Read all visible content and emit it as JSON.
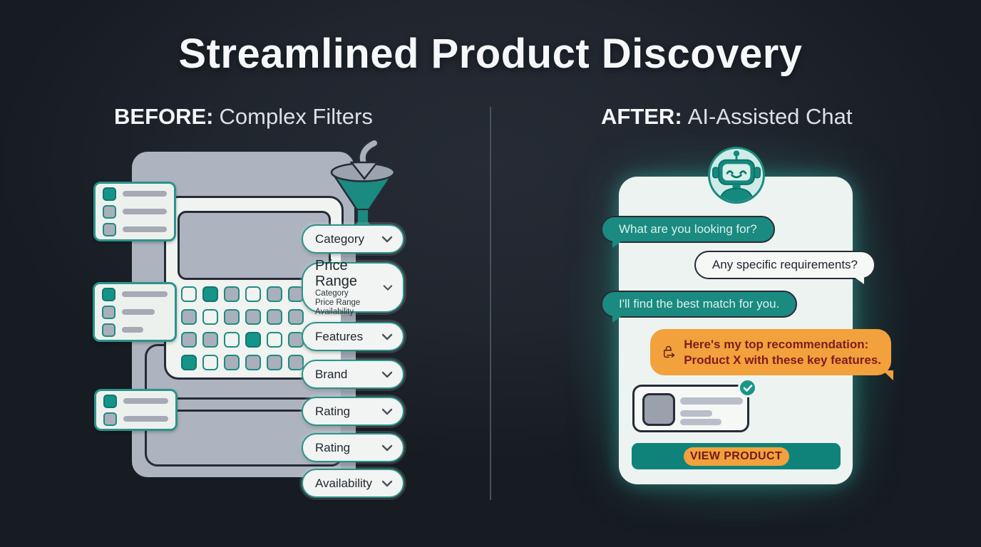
{
  "title": "Streamlined Product Discovery",
  "before": {
    "heading_bold": "BEFORE:",
    "heading_rest": "Complex Filters",
    "filters": [
      {
        "label": "Category"
      },
      {
        "label": "Price Range",
        "options": [
          "Category",
          "Price Range",
          "Availability"
        ]
      },
      {
        "label": "Features"
      },
      {
        "label": "Brand"
      },
      {
        "label": "Rating"
      },
      {
        "label": "Rating"
      },
      {
        "label": "Availability"
      }
    ],
    "checkbox_grid_rows": [
      "wtgwgg",
      "gwgggg",
      "ggwtwg",
      "twgggg"
    ],
    "side_cards": [
      {
        "rows": [
          {
            "checked": true,
            "line": "long"
          },
          {
            "checked": false,
            "line": "long"
          },
          {
            "checked": false,
            "line": "long"
          }
        ]
      },
      {
        "rows": [
          {
            "checked": true,
            "line": "long"
          },
          {
            "checked": false,
            "line": "medium"
          },
          {
            "checked": false,
            "line": "short"
          }
        ]
      },
      {
        "rows": [
          {
            "checked": true,
            "line": "long"
          },
          {
            "checked": false,
            "line": "long"
          }
        ]
      }
    ]
  },
  "after": {
    "heading_bold": "AFTER:",
    "heading_rest": "AI-Assisted Chat",
    "chat": {
      "messages": [
        {
          "from": "bot",
          "text": "What are you looking for?"
        },
        {
          "from": "user",
          "text": "Any specific requirements?"
        },
        {
          "from": "bot",
          "text": "I'll find the best match for you."
        },
        {
          "from": "bot-recommendation",
          "line1": "Here's my top recommendation:",
          "line2": "Product X with these key features."
        }
      ],
      "cta_label": "VIEW PRODUCT"
    }
  },
  "icons": {
    "funnel": "funnel-icon",
    "curved_arrow": "curved-arrow-down-icon",
    "robot": "robot-avatar-icon",
    "chevron": "chevron-down-icon",
    "bag": "shopping-bag-arrow-icon",
    "check": "checkmark-icon"
  },
  "colors": {
    "background": "#20252E",
    "teal": "#1B8A80",
    "teal_dark": "#0F837A",
    "teal_checkbox": "#15948A",
    "orange": "#F2A13C",
    "maroon_text": "#7E1D20",
    "mint_text": "#D8F2EC",
    "panel_gray": "#AEB4BF",
    "card_white": "#F0F3F0",
    "outline_dark": "#262C36"
  }
}
